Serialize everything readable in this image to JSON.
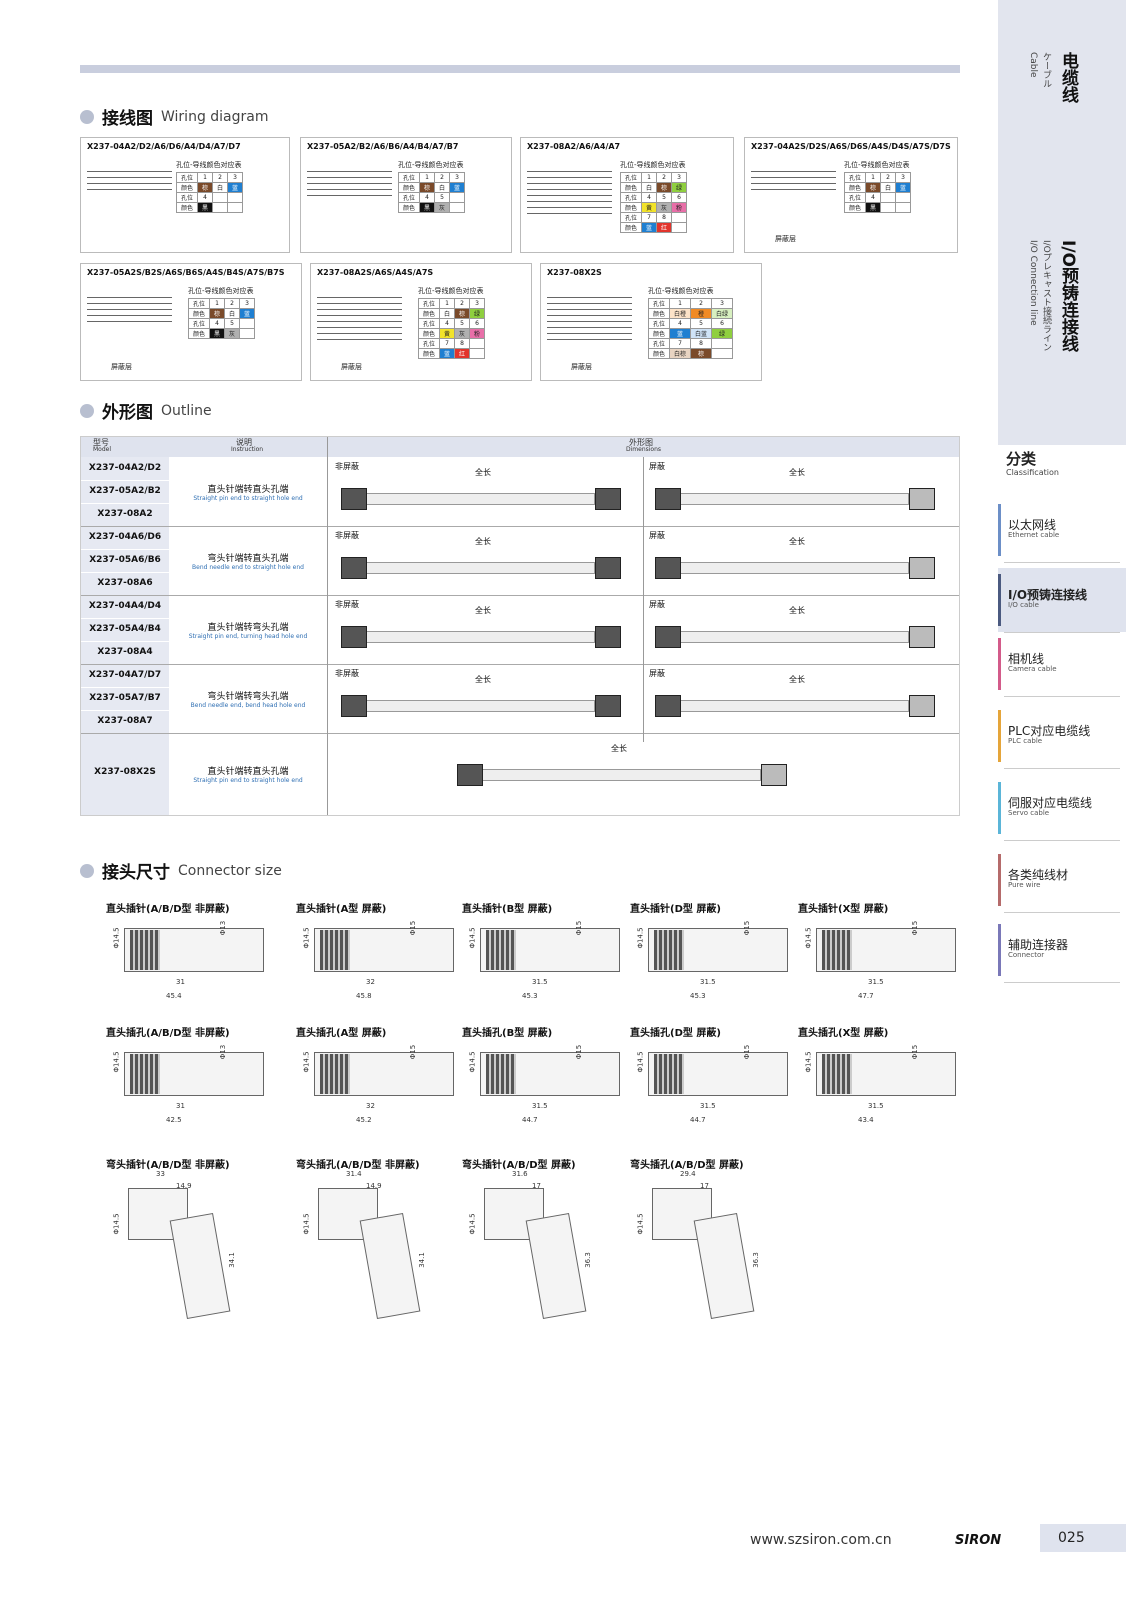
{
  "sections": {
    "wiring": {
      "cn": "接线图",
      "en": "Wiring diagram"
    },
    "outline": {
      "cn": "外形图",
      "en": "Outline"
    },
    "connector": {
      "cn": "接头尺寸",
      "en": "Connector size"
    }
  },
  "wiring_boxes": [
    {
      "title": "X237-04A2/D2/A6/D6/A4/D4/A7/D7",
      "caption": "孔位-导线颜色对应表",
      "rows": [
        [
          "孔位",
          "1",
          "2",
          "3"
        ],
        [
          "颜色",
          "棕",
          "白",
          "蓝"
        ],
        [
          "孔位",
          "4",
          "",
          ""
        ],
        [
          "颜色",
          "黑",
          "",
          ""
        ]
      ]
    },
    {
      "title": "X237-05A2/B2/A6/B6/A4/B4/A7/B7",
      "caption": "孔位-导线颜色对应表",
      "rows": [
        [
          "孔位",
          "1",
          "2",
          "3"
        ],
        [
          "颜色",
          "棕",
          "白",
          "蓝"
        ],
        [
          "孔位",
          "4",
          "5",
          ""
        ],
        [
          "颜色",
          "黑",
          "灰",
          ""
        ]
      ]
    },
    {
      "title": "X237-08A2/A6/A4/A7",
      "caption": "孔位-导线颜色对应表",
      "rows": [
        [
          "孔位",
          "1",
          "2",
          "3"
        ],
        [
          "颜色",
          "白",
          "棕",
          "绿"
        ],
        [
          "孔位",
          "4",
          "5",
          "6"
        ],
        [
          "颜色",
          "黄",
          "灰",
          "粉"
        ],
        [
          "孔位",
          "7",
          "8",
          ""
        ],
        [
          "颜色",
          "蓝",
          "红",
          ""
        ]
      ]
    },
    {
      "title": "X237-04A2S/D2S/A6S/D6S/A4S/D4S/A7S/D7S",
      "caption": "孔位-导线颜色对应表",
      "shield": "屏蔽层",
      "rows": [
        [
          "孔位",
          "1",
          "2",
          "3"
        ],
        [
          "颜色",
          "棕",
          "白",
          "蓝"
        ],
        [
          "孔位",
          "4",
          "",
          ""
        ],
        [
          "颜色",
          "黑",
          "",
          ""
        ]
      ]
    },
    {
      "title": "X237-05A2S/B2S/A6S/B6S/A4S/B4S/A7S/B7S",
      "caption": "孔位-导线颜色对应表",
      "shield": "屏蔽层",
      "rows": [
        [
          "孔位",
          "1",
          "2",
          "3"
        ],
        [
          "颜色",
          "棕",
          "白",
          "蓝"
        ],
        [
          "孔位",
          "4",
          "5",
          ""
        ],
        [
          "颜色",
          "黑",
          "灰",
          ""
        ]
      ]
    },
    {
      "title": "X237-08A2S/A6S/A4S/A7S",
      "caption": "孔位-导线颜色对应表",
      "shield": "屏蔽层",
      "rows": [
        [
          "孔位",
          "1",
          "2",
          "3"
        ],
        [
          "颜色",
          "白",
          "棕",
          "绿"
        ],
        [
          "孔位",
          "4",
          "5",
          "6"
        ],
        [
          "颜色",
          "黄",
          "灰",
          "粉"
        ],
        [
          "孔位",
          "7",
          "8",
          ""
        ],
        [
          "颜色",
          "蓝",
          "红",
          ""
        ]
      ]
    },
    {
      "title": "X237-08X2S",
      "caption": "孔位-导线颜色对应表",
      "shield": "屏蔽层",
      "rows": [
        [
          "孔位",
          "1",
          "2",
          "3"
        ],
        [
          "颜色",
          "白橙",
          "橙",
          "白绿"
        ],
        [
          "孔位",
          "4",
          "5",
          "6"
        ],
        [
          "颜色",
          "蓝",
          "白蓝",
          "绿"
        ],
        [
          "孔位",
          "7",
          "8",
          ""
        ],
        [
          "颜色",
          "白棕",
          "棕",
          ""
        ]
      ]
    }
  ],
  "outline": {
    "header": {
      "model_cn": "型号",
      "model_en": "Model",
      "instr_cn": "说明",
      "instr_en": "Instruction",
      "dim_cn": "外形图",
      "dim_en": "Dimensions"
    },
    "models": [
      "X237-04A2/D2",
      "X237-05A2/B2",
      "X237-08A2",
      "X237-04A6/D6",
      "X237-05A6/B6",
      "X237-08A6",
      "X237-04A4/D4",
      "X237-05A4/B4",
      "X237-08A4",
      "X237-04A7/D7",
      "X237-05A7/B7",
      "X237-08A7",
      "X237-08X2S"
    ],
    "instructions": [
      {
        "cn": "直头针端转直头孔端",
        "en": "Straight pin end to straight hole end"
      },
      {
        "cn": "弯头针端转直头孔端",
        "en": "Bend needle end to straight hole end"
      },
      {
        "cn": "直头针端转弯头孔端",
        "en": "Straight pin end, turning head hole end"
      },
      {
        "cn": "弯头针端转弯头孔端",
        "en": "Bend needle end, bend head hole end"
      },
      {
        "cn": "直头针端转直头孔端",
        "en": "Straight pin end to straight hole end"
      }
    ],
    "unshielded": "非屏蔽",
    "shielded": "屏蔽",
    "full_length": "全长"
  },
  "connectors": [
    {
      "title": "直头插针(A/B/D型 非屏蔽)",
      "dims": [
        "Φ14.5",
        "Φ13",
        "31",
        "45.4"
      ]
    },
    {
      "title": "直头插针(A型 屏蔽)",
      "dims": [
        "Φ14.5",
        "Φ15",
        "32",
        "45.8"
      ]
    },
    {
      "title": "直头插针(B型 屏蔽)",
      "dims": [
        "Φ14.5",
        "Φ15",
        "31.5",
        "45.3"
      ]
    },
    {
      "title": "直头插针(D型 屏蔽)",
      "dims": [
        "Φ14.5",
        "Φ15",
        "31.5",
        "45.3"
      ]
    },
    {
      "title": "直头插针(X型 屏蔽)",
      "dims": [
        "Φ14.5",
        "Φ15",
        "31.5",
        "47.7"
      ]
    },
    {
      "title": "直头插孔(A/B/D型 非屏蔽)",
      "dims": [
        "Φ14.5",
        "Φ13",
        "31",
        "42.5"
      ]
    },
    {
      "title": "直头插孔(A型 屏蔽)",
      "dims": [
        "Φ14.5",
        "Φ15",
        "32",
        "45.2"
      ]
    },
    {
      "title": "直头插孔(B型 屏蔽)",
      "dims": [
        "Φ14.5",
        "Φ15",
        "31.5",
        "44.7"
      ]
    },
    {
      "title": "直头插孔(D型 屏蔽)",
      "dims": [
        "Φ14.5",
        "Φ15",
        "31.5",
        "44.7"
      ]
    },
    {
      "title": "直头插孔(X型 屏蔽)",
      "dims": [
        "Φ14.5",
        "Φ15",
        "31.5",
        "43.4"
      ]
    },
    {
      "title": "弯头插针(A/B/D型 非屏蔽)",
      "dims": [
        "33",
        "14.9",
        "Φ14.5",
        "34.1"
      ]
    },
    {
      "title": "弯头插孔(A/B/D型 非屏蔽)",
      "dims": [
        "31.4",
        "14.9",
        "Φ14.5",
        "34.1"
      ]
    },
    {
      "title": "弯头插针(A/B/D型 屏蔽)",
      "dims": [
        "31.6",
        "17",
        "Φ14.5",
        "36.3"
      ]
    },
    {
      "title": "弯头插孔(A/B/D型 屏蔽)",
      "dims": [
        "29.4",
        "17",
        "Φ14.5",
        "36.3"
      ]
    }
  ],
  "sidebar": {
    "title_cn": "电缆线",
    "title_jp": "ケーブル",
    "title_en": "Cable",
    "sub_cn": "I/O预铸连接线",
    "sub_jp": "I/Oプレキャスト接続ライン",
    "sub_en": "I/O Connection line",
    "class_cn": "分类",
    "class_en": "Classification",
    "items": [
      {
        "cn": "以太网线",
        "en": "Ethernet cable",
        "color": "#6c8fc7"
      },
      {
        "cn": "I/O预铸连接线",
        "en": "I/O cable",
        "color": "#4b5a80"
      },
      {
        "cn": "相机线",
        "en": "Camera cable",
        "color": "#d35b8a"
      },
      {
        "cn": "PLC对应电缆线",
        "en": "PLC cable",
        "color": "#e5a53a"
      },
      {
        "cn": "伺服对应电缆线",
        "en": "Servo cable",
        "color": "#5bb5d8"
      },
      {
        "cn": "各类纯线材",
        "en": "Pure wire",
        "color": "#b56b6b"
      },
      {
        "cn": "辅助连接器",
        "en": "Connector",
        "color": "#7a78b8"
      }
    ]
  },
  "footer": {
    "url": "www.szsiron.com.cn",
    "brand": "SIRON",
    "page": "025"
  },
  "colors": {
    "accent": "#dfe3ee",
    "brown": "#7a4a2a",
    "blue": "#1f7fd1",
    "black": "#111111",
    "grey": "#b0b0b0",
    "green": "#8fcf3f",
    "yellow": "#f2e32a",
    "pink": "#e86fa8",
    "red": "#e2342c",
    "orange": "#f08a24"
  }
}
